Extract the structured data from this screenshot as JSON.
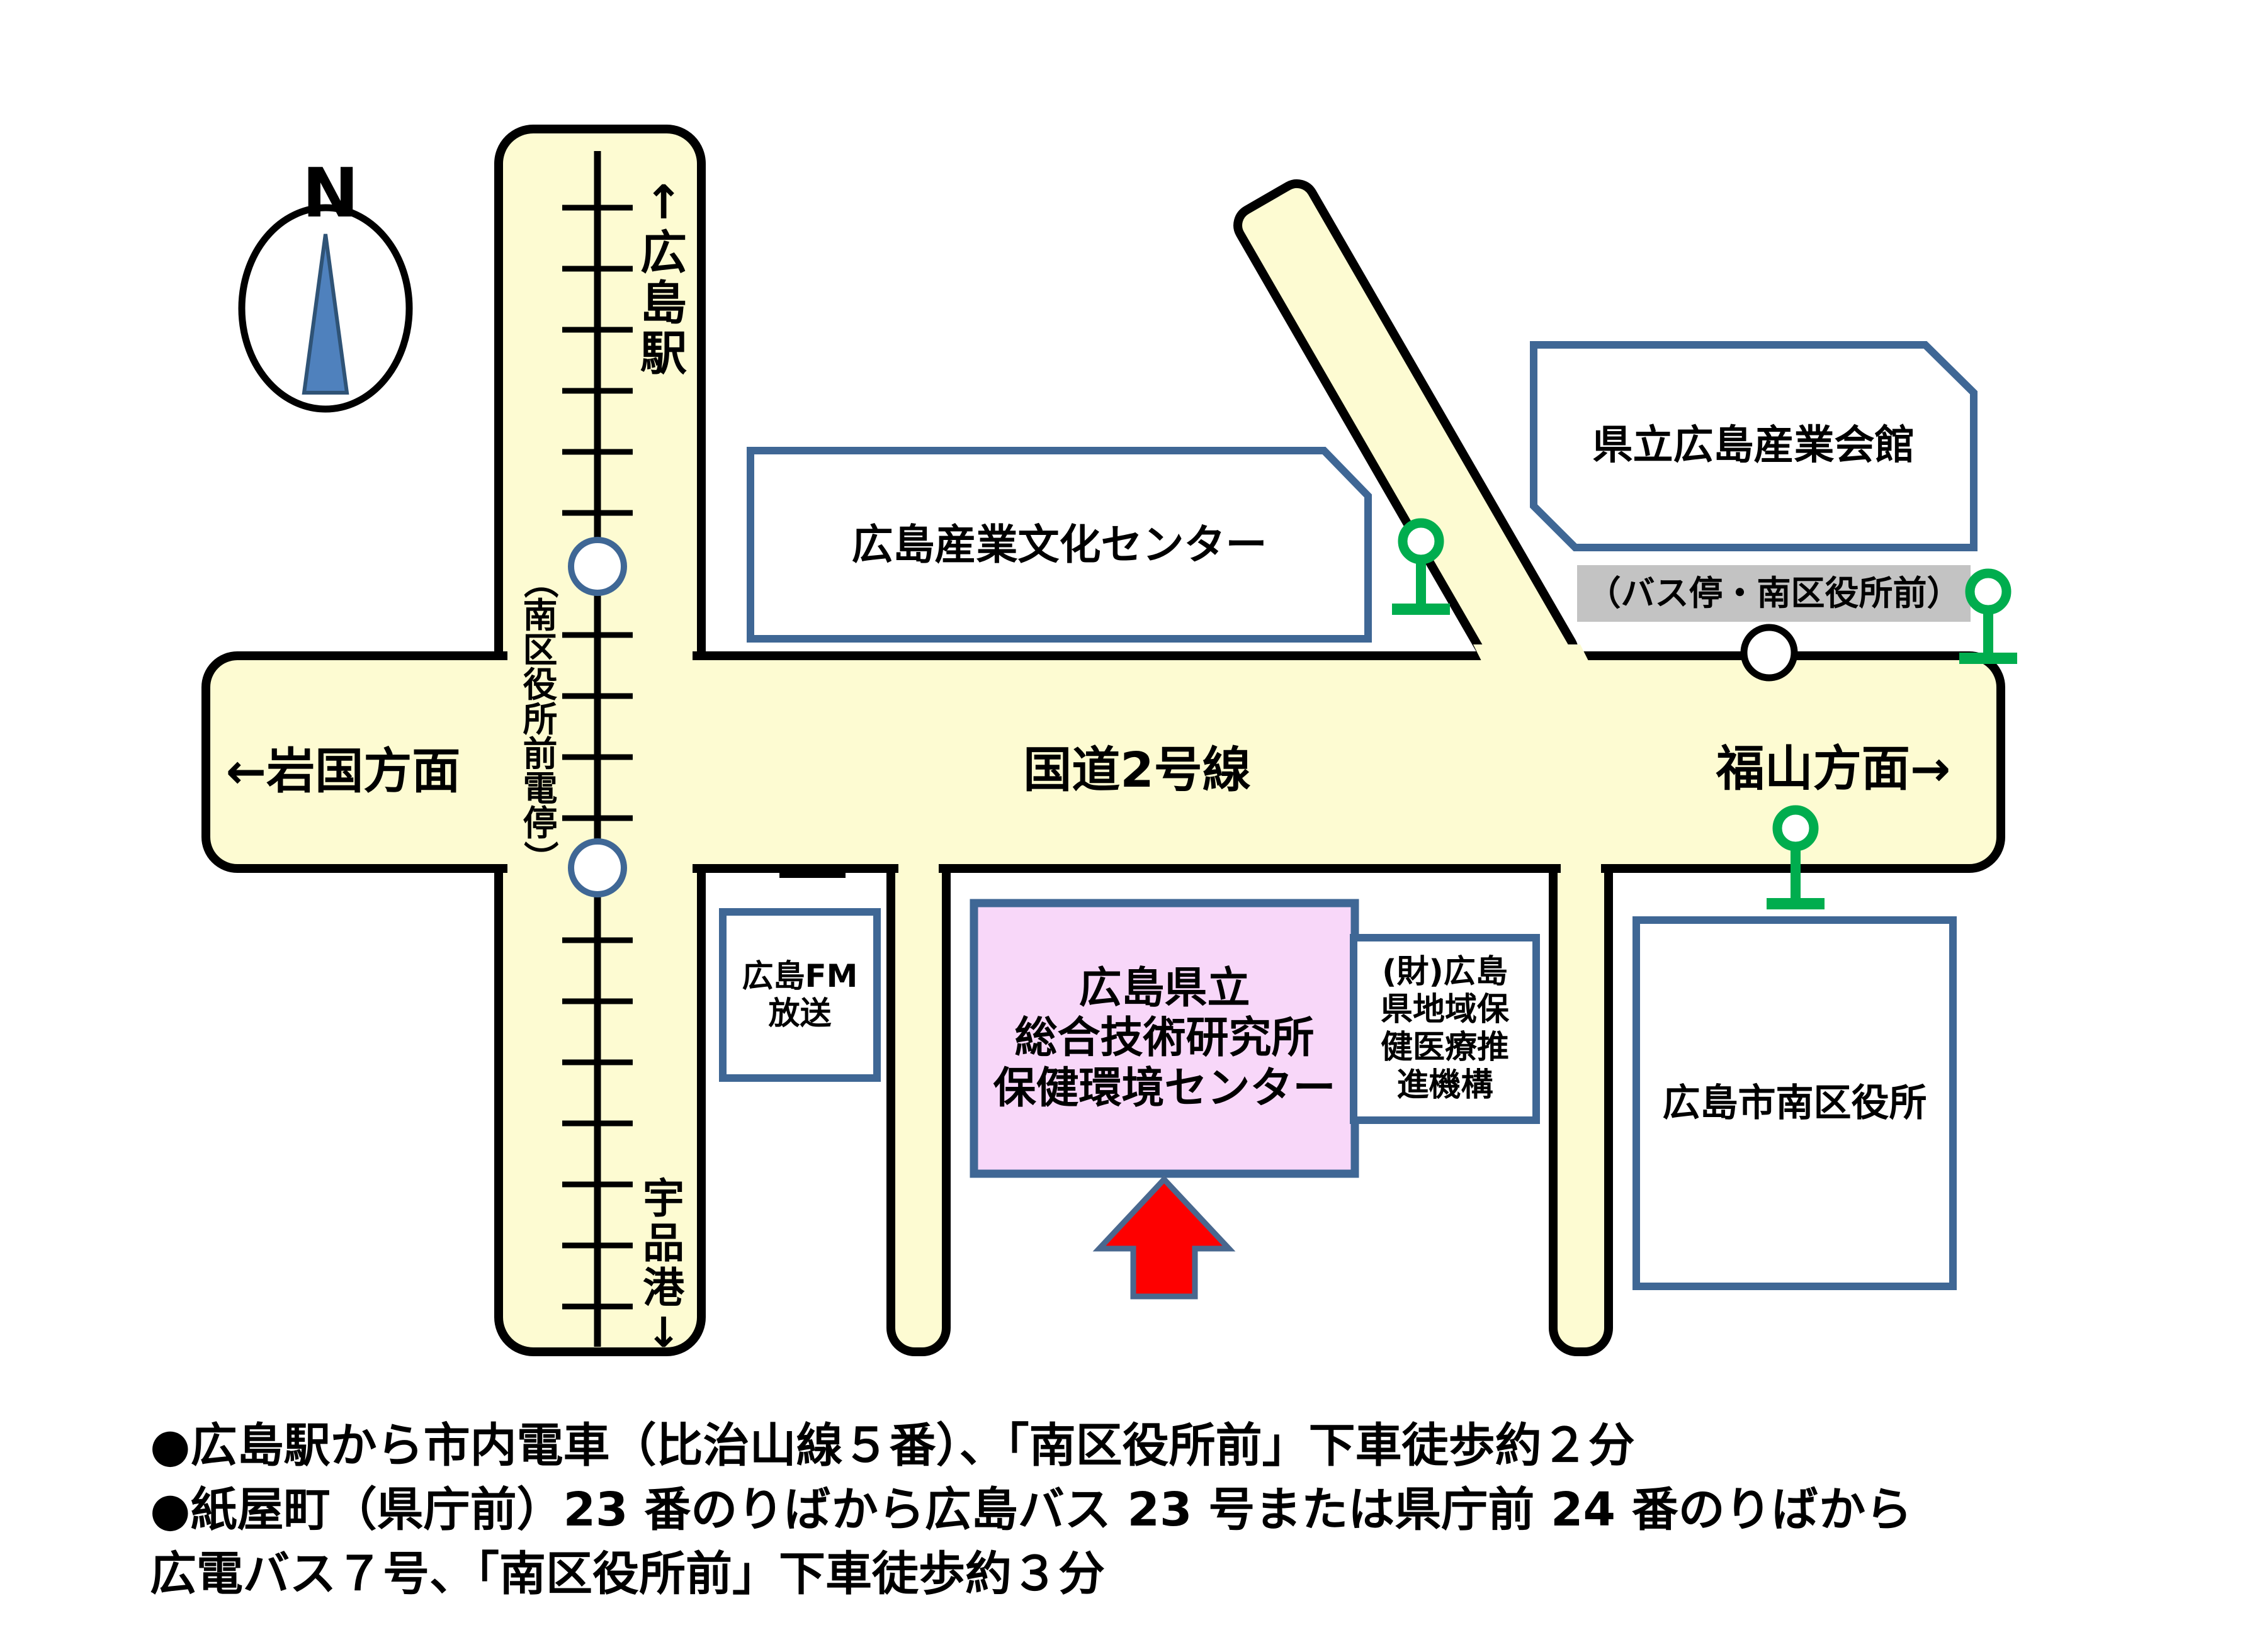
{
  "map": {
    "compass_letter": "N",
    "roads": {
      "route2_label": "国道2号線",
      "iwakuni_label": "←岩国方面",
      "fukuyama_label": "福山方面→"
    },
    "tram": {
      "to_station_label": "↑広島駅",
      "stop_name_label": "（南区役所前電停）",
      "to_port_label": "宇品港↓"
    },
    "bus_stop_label": "（バス停・南区役所前）",
    "buildings": {
      "bunka_center": "広島産業文化センター",
      "sangyo_kaikan": "県立広島産業会館",
      "fm_hoso": "広島FM\n放送",
      "hoken_center": "広島県立\n総合技術研究所\n保健環境センター",
      "zaidan": "(財)広島\n県地域保\n健医療推\n進機構",
      "minamiku_office": "広島市南区役所"
    }
  },
  "notes": {
    "line1": "●広島駅から市内電車（比治山線５番）、「南区役所前」下車徒歩約２分",
    "line2": "●紙屋町（県庁前）23 番のりばから広島バス 23 号または県庁前 24 番のりばから",
    "line3": "広電バス７号、「南区役所前」下車徒歩約３分"
  },
  "colors": {
    "road_fill": "#FDFBD2",
    "box_border": "#3F6795",
    "pink_fill": "#F8D7F9",
    "green": "#00AD4E",
    "red": "#FE0000",
    "gray_bg": "#C3C3C3",
    "needle_blue": "#4F81BD"
  }
}
